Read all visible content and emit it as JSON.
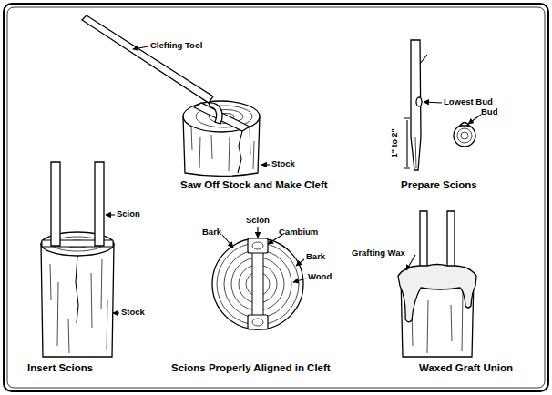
{
  "diagram": {
    "labels": [
      "Clefting Tool",
      "Stock",
      "Saw Off Stock and Make Cleft",
      "Lowest Bud",
      "Bud",
      "1\" to 2\"",
      "Prepare Scions",
      "Scion",
      "Bark",
      "Scion",
      "Cambium",
      "Bark",
      "Wood",
      "Grafting Wax",
      "Stock",
      "Insert Scions",
      "Scions Properly Aligned in Cleft",
      "Waxed Graft Union"
    ]
  }
}
